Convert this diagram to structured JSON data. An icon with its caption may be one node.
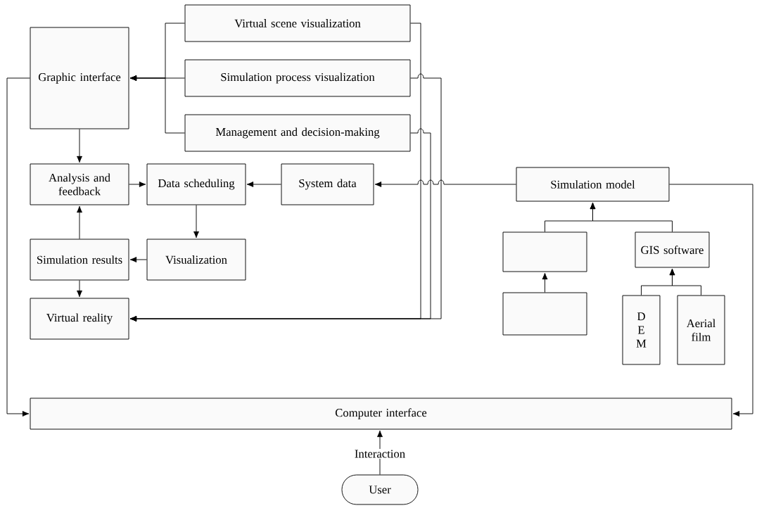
{
  "diagram": {
    "nodes": [
      {
        "text": [
          "Virtual scene visualization"
        ]
      },
      {
        "text": [
          "Graphic interface"
        ]
      },
      {
        "text": [
          "Simulation process visualization"
        ]
      },
      {
        "text": [
          "Management and decision-making"
        ]
      },
      {
        "text": [
          "Analysis and feedback"
        ]
      },
      {
        "text": [
          "Data scheduling"
        ]
      },
      {
        "text": [
          "System data"
        ]
      },
      {
        "text": [
          "Simulation model"
        ]
      },
      {
        "text": [],
        "shape": "box"
      },
      {
        "text": [
          "GIS software"
        ]
      },
      {
        "text": [
          "Simulation results"
        ]
      },
      {
        "text": [
          "Visualization"
        ]
      },
      {
        "text": [],
        "shape": "box"
      },
      {
        "text": [
          "D E M"
        ]
      },
      {
        "text": [
          "Aerial film"
        ]
      },
      {
        "text": [
          "Virtual reality"
        ]
      },
      {
        "text": [
          "Computer interface"
        ]
      },
      {
        "text": [
          "User"
        ]
      }
    ],
    "edges": [
      {
        "from": 0,
        "to": 1,
        "arrow": "to"
      },
      {
        "from": 2,
        "to": 1,
        "arrow": "to"
      },
      {
        "from": 3,
        "to": 1,
        "arrow": "to"
      },
      {
        "from": 0,
        "to": 15,
        "arrow": "to"
      },
      {
        "from": 2,
        "to": 15,
        "arrow": "to"
      },
      {
        "from": 3,
        "to": 15,
        "arrow": "to"
      },
      {
        "from": 1,
        "to": 4,
        "arrow": "to"
      },
      {
        "from": 4,
        "to": 5,
        "arrow": "to"
      },
      {
        "from": 6,
        "to": 5,
        "arrow": "to"
      },
      {
        "from": 7,
        "to": 6,
        "arrow": "to"
      },
      {
        "from": 7,
        "to": 16,
        "arrow": "to"
      },
      {
        "from": 1,
        "to": 16,
        "arrow": "to"
      },
      {
        "from": 8,
        "to": 7,
        "arrow": "to"
      },
      {
        "from": 9,
        "to": 7,
        "arrow": "to"
      },
      {
        "from": 12,
        "to": 8,
        "arrow": "to"
      },
      {
        "from": 13,
        "to": 9,
        "arrow": "to"
      },
      {
        "from": 14,
        "to": 9,
        "arrow": "to"
      },
      {
        "from": 5,
        "to": 11,
        "arrow": "to"
      },
      {
        "from": 11,
        "to": 10,
        "arrow": "to"
      },
      {
        "from": 10,
        "to": 4,
        "arrow": "to"
      },
      {
        "from": 10,
        "to": 15,
        "arrow": "to"
      },
      {
        "from": 17,
        "to": 16,
        "label": "Interaction",
        "arrow": "to"
      }
    ]
  }
}
